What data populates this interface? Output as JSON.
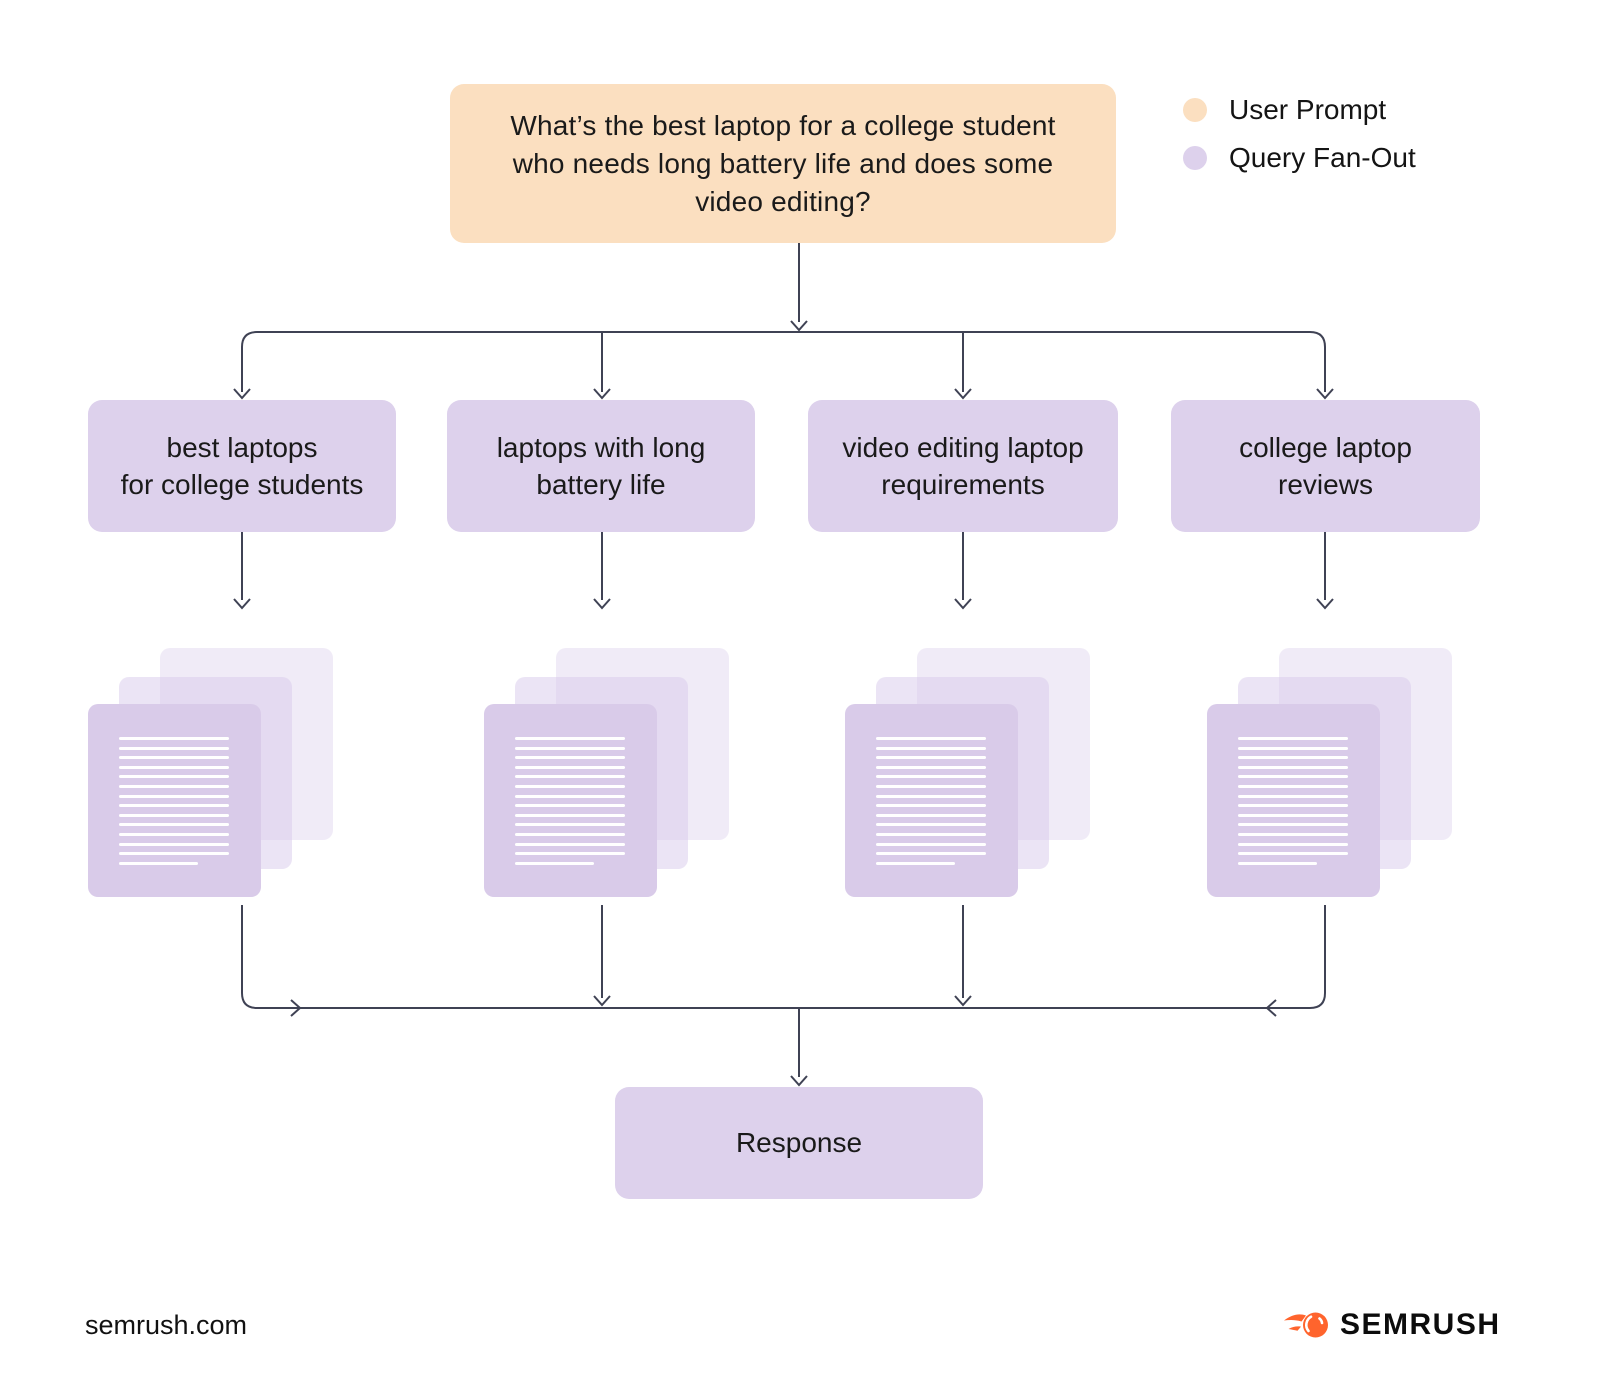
{
  "diagram": {
    "prompt": {
      "lines": [
        "What’s the best laptop for a college student",
        "who needs long battery life and does some",
        "video editing?"
      ]
    },
    "legend": [
      {
        "label": "User Prompt",
        "color": "#FBDFC0"
      },
      {
        "label": "Query Fan-Out",
        "color": "#DDD1EC"
      }
    ],
    "queries": [
      {
        "lines": [
          "best laptops",
          "for college students"
        ]
      },
      {
        "lines": [
          "laptops with long",
          "battery life"
        ]
      },
      {
        "lines": [
          "video editing laptop",
          "requirements"
        ]
      },
      {
        "lines": [
          "college laptop",
          "reviews"
        ]
      }
    ],
    "response_label": "Response",
    "colors": {
      "user_prompt_fill": "#FBDFC0",
      "query_fanout_fill": "#DDD1EC",
      "connector": "#3F4254",
      "document_fill": "#D9CBE9",
      "semrush_orange": "#FF642D"
    }
  },
  "footer": {
    "site": "semrush.com",
    "brand": "SEMRUSH"
  }
}
